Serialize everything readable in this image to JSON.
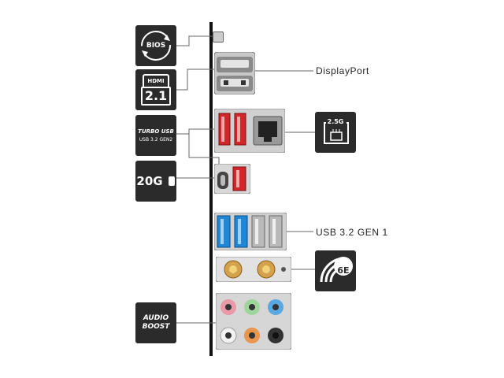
{
  "badges": {
    "bios": "BIOS",
    "hdmi_top": "HDMI",
    "hdmi_ver": "2.1",
    "turbo_line1": "TURBO USB",
    "turbo_line2": "USB 3.2 GEN2",
    "usbc_watts": "20G",
    "audio_line1": "AUDIO",
    "audio_line2": "BOOST",
    "lan_speed": "2.5G",
    "wifi_ver": "6E"
  },
  "callouts": {
    "displayport": "DisplayPort",
    "usb32gen1": "USB 3.2 GEN 1"
  },
  "colors": {
    "badge_bg": "#2b2b2b",
    "usb_red": "#d2262b",
    "usb_blue": "#1f87d6",
    "audio_pink": "#e89aa8",
    "audio_green": "#9fd49a",
    "audio_blue": "#5aa8e0",
    "audio_orange": "#e8954e"
  }
}
